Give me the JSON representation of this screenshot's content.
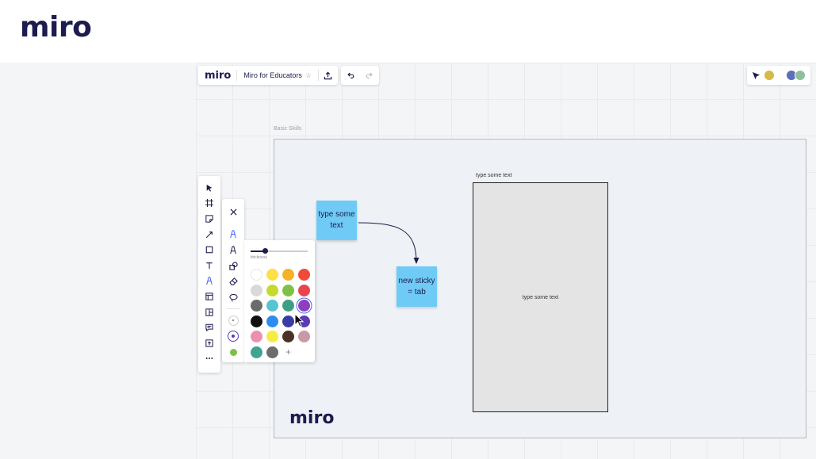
{
  "header": {
    "brand": "miro"
  },
  "board": {
    "logo": "miro",
    "title": "Miro for Educators",
    "star_icon": "☆"
  },
  "frame": {
    "label": "Basic Skills"
  },
  "stickies": [
    {
      "text": "type some text",
      "color": "#6fcbf5"
    },
    {
      "text": "new sticky = tab",
      "color": "#6fcbf5"
    }
  ],
  "shape": {
    "label": "type some text",
    "text": "type some text"
  },
  "watermark": "miro",
  "toolbar": {
    "tools": [
      "select-icon",
      "frame-icon",
      "sticky-note-icon",
      "connection-line-icon",
      "shape-icon",
      "text-icon",
      "pen-icon",
      "template-icon",
      "card-icon",
      "comment-icon",
      "upload-icon",
      "more-icon"
    ]
  },
  "pen_tray": {
    "tools": [
      "close-icon",
      "pen-icon",
      "highlighter-icon",
      "shape-pen-icon",
      "eraser-icon",
      "lasso-icon",
      "thin-dot-icon",
      "medium-dot-icon",
      "color-dot-icon"
    ],
    "selected_color": "#8e3fbf"
  },
  "palette": {
    "thickness_label": "thickness",
    "thickness_value": 0.25,
    "colors": [
      "#ffffff",
      "#fde047",
      "#f5b225",
      "#ef4a3a",
      "#d9d9d9",
      "#c6d930",
      "#7dc244",
      "#e8464f",
      "#6b6b6b",
      "#57c4d1",
      "#3e9e83",
      "#8e3fbf",
      "#111111",
      "#2d8cf0",
      "#3b3ba6",
      "#5b3ab4",
      "#ed8fb1",
      "#f6ec46",
      "#4a3128",
      "#c99aa6",
      "#3fa592",
      "#6d6d6d"
    ],
    "selected_color": "#8e3fbf",
    "add_label": "+"
  },
  "colors": {
    "sticky": "#6fcbf5",
    "accent": "#4262ff",
    "brand": "#1c1c4e"
  }
}
